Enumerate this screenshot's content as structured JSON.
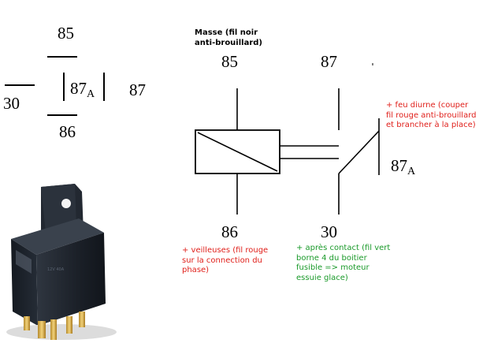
{
  "pinout": {
    "p85": "85",
    "p30": "30",
    "p87a_main": "87",
    "p87a_sub": "A",
    "p87": "87",
    "p86": "86"
  },
  "schematic": {
    "p85": "85",
    "p87": "87",
    "p86": "86",
    "p30": "30",
    "p87a_main": "87",
    "p87a_sub": "A"
  },
  "notes": {
    "masse": [
      "Masse (fil noir",
      "anti-brouillard)"
    ],
    "feu_diurne": [
      "+ feu diurne (couper",
      "fil rouge anti-brouillard",
      "et brancher à la place)"
    ],
    "veilleuses": [
      "+ veilleuses (fil rouge",
      "sur la connection du",
      "phase)"
    ],
    "apres_contact": [
      "+ après contact (fil vert",
      "borne 4 du boitier",
      "fusible => moteur",
      "essuie glace)"
    ]
  },
  "colors": {
    "red_note": "#e0201b",
    "green_note": "#1a9a2a",
    "line": "#000000"
  },
  "icons": {
    "relay_photo": "automotive-relay-icon"
  }
}
